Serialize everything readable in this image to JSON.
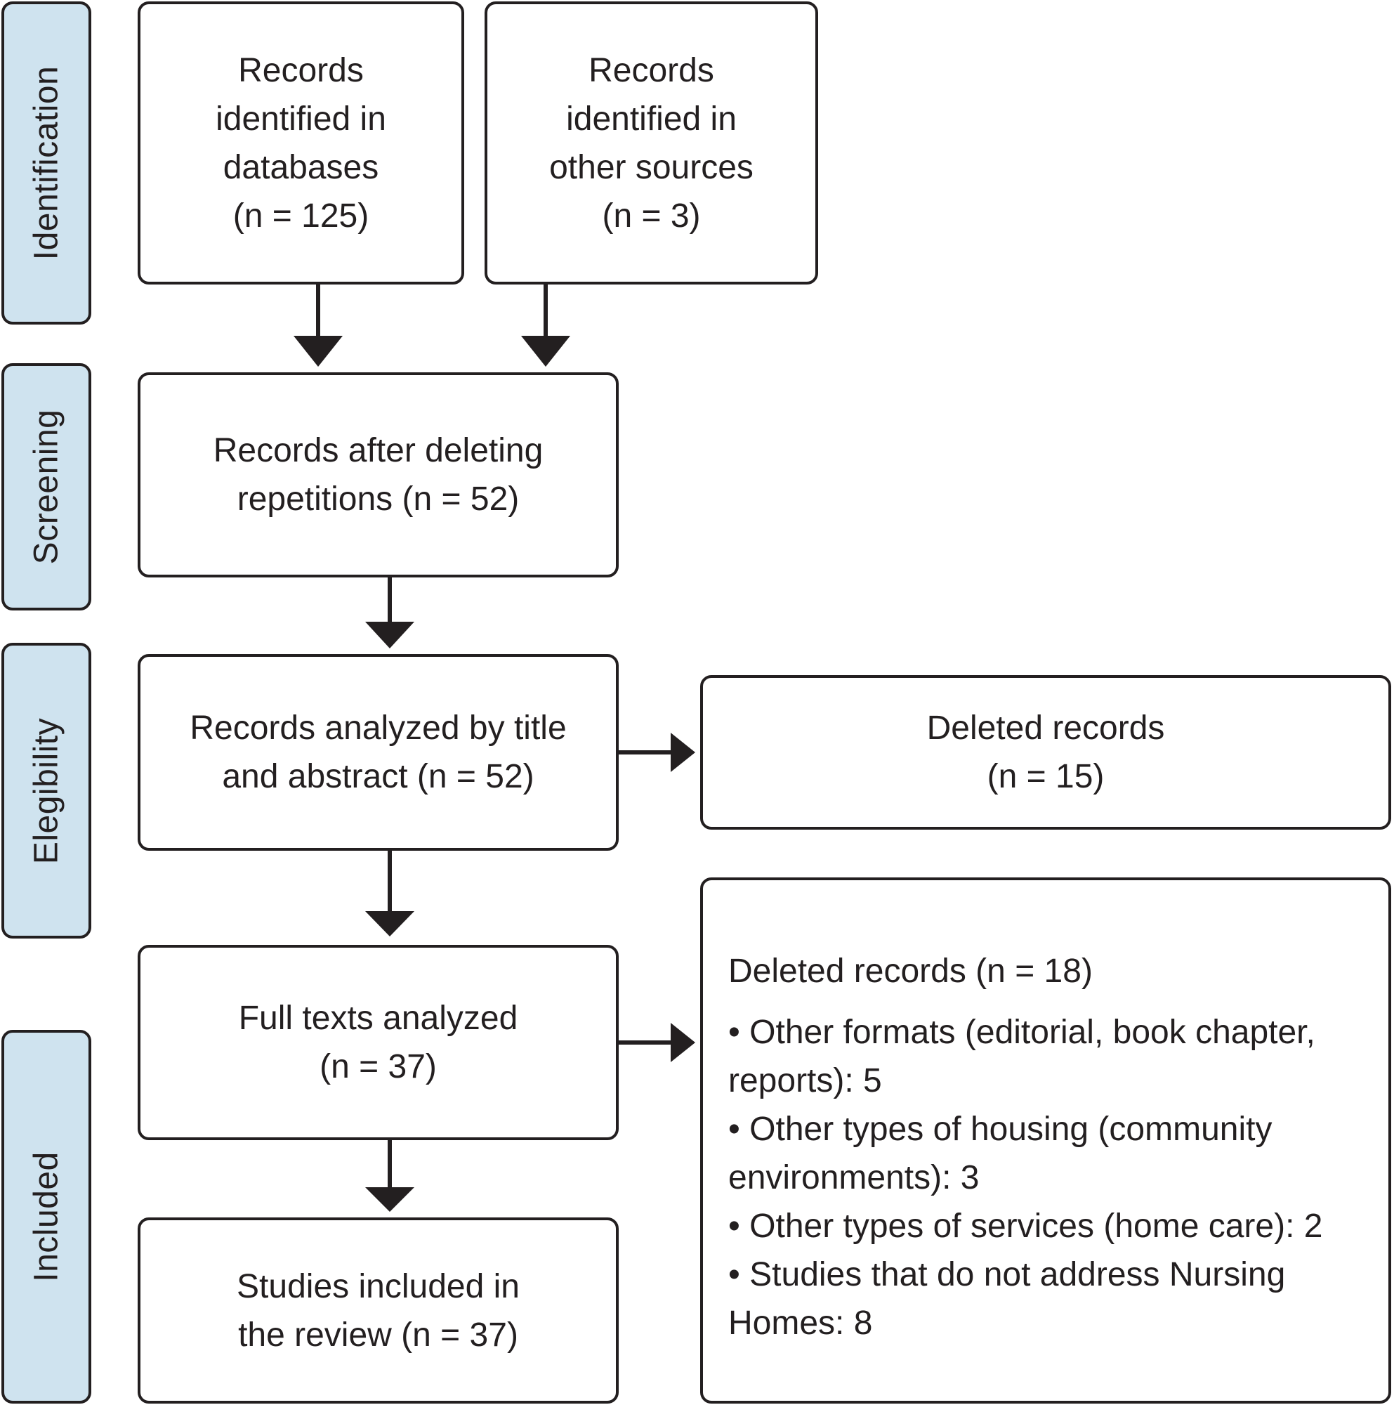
{
  "phases": {
    "identification": "Identification",
    "screening": "Screening",
    "elegibility": "Elegibility",
    "included": "Included"
  },
  "boxes": {
    "databases": "Records\nidentified in\ndatabases\n(n = 125)",
    "other_sources": "Records\nidentified in\nother sources\n(n = 3)",
    "after_deleting": "Records after deleting\nrepetitions (n = 52)",
    "title_abstract": "Records analyzed by title\nand abstract (n = 52)",
    "deleted_15": "Deleted records\n(n = 15)",
    "full_texts": "Full texts analyzed\n(n = 37)",
    "included_studies": "Studies included in\nthe review (n = 37)"
  },
  "deleted_18": {
    "heading": "Deleted records (n = 18)",
    "items": [
      "• Other formats (editorial, book chapter, reports): 5",
      "• Other types of housing (community environments): 3",
      "• Other types of services (home care): 2",
      "• Studies that do not address Nursing Homes: 8"
    ]
  },
  "colors": {
    "phase_fill": "#cfe3ef",
    "stroke": "#231f20"
  }
}
